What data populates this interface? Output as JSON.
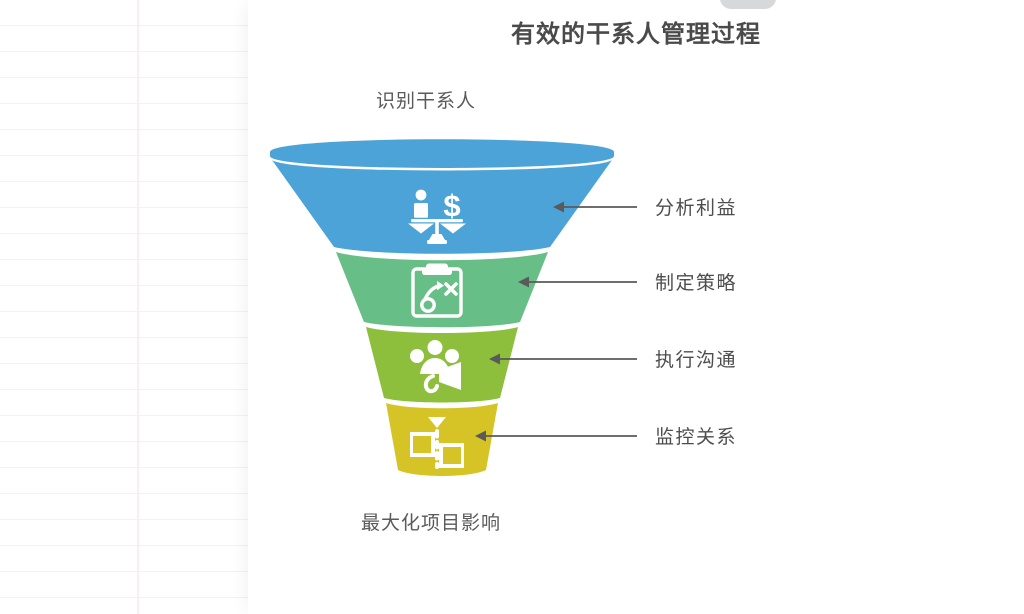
{
  "header": {
    "title": "有效的干系人管理过程"
  },
  "top_handle": {
    "name": "drag-handle",
    "color": "#d7d8da"
  },
  "background": {
    "type": "ruled-notebook-paper",
    "line_color": "#f2f2f3",
    "margin_line_color": "#fbeeee",
    "card_color": "#ffffff"
  },
  "funnel": {
    "caption_top": "识别干系人",
    "caption_bottom": "最大化项目影响",
    "stages": [
      {
        "label": "分析利益",
        "color": "#4ca3d8",
        "icon": "balance-scale-person-money-icon"
      },
      {
        "label": "制定策略",
        "color": "#67be86",
        "icon": "clipboard-strategy-icon"
      },
      {
        "label": "执行沟通",
        "color": "#8dbf3c",
        "icon": "megaphone-people-icon"
      },
      {
        "label": "监控关系",
        "color": "#d6c426",
        "icon": "network-nodes-monitor-icon"
      }
    ],
    "arrow_color": "#5a5a5a",
    "divider_color": "#ffffff"
  },
  "chart_data": {
    "type": "funnel",
    "title": "有效的干系人管理过程",
    "entry_label": "识别干系人",
    "exit_label": "最大化项目影响",
    "categories": [
      "分析利益",
      "制定策略",
      "执行沟通",
      "监控关系"
    ],
    "colors": [
      "#4ca3d8",
      "#67be86",
      "#8dbf3c",
      "#d6c426"
    ],
    "widths": [
      100,
      62,
      45,
      34
    ],
    "legend": "right-side callouts",
    "grid": false
  }
}
